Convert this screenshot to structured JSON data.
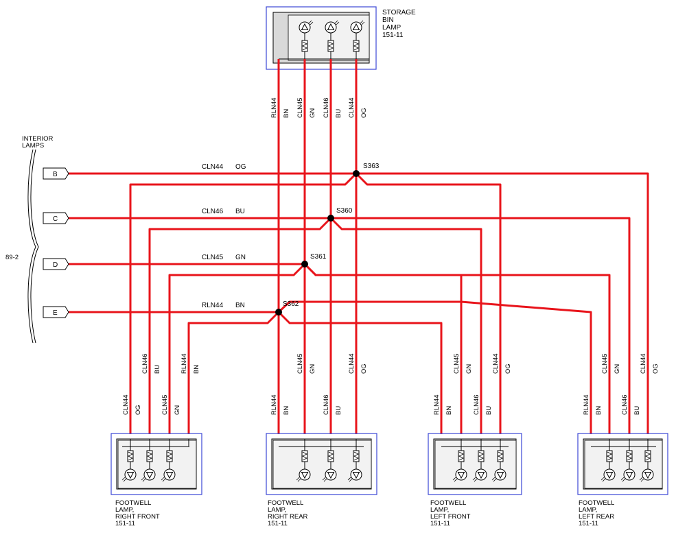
{
  "left_connector": {
    "group_label_line1": "INTERIOR",
    "group_label_line2": "LAMPS",
    "ref": "89-2",
    "pins": [
      "B",
      "C",
      "D",
      "E"
    ]
  },
  "storage_bin": {
    "line1": "STORAGE",
    "line2": "BIN",
    "line3": "LAMP",
    "ref": "151-11"
  },
  "circuits": {
    "b": {
      "name": "CLN44",
      "color": "OG"
    },
    "c": {
      "name": "CLN46",
      "color": "BU"
    },
    "d": {
      "name": "CLN45",
      "color": "GN"
    },
    "e": {
      "name": "RLN44",
      "color": "BN"
    }
  },
  "splices": [
    "S363",
    "S360",
    "S361",
    "S362"
  ],
  "top_wire_labels": [
    {
      "name": "RLN44",
      "color": "BN"
    },
    {
      "name": "CLN45",
      "color": "GN"
    },
    {
      "name": "CLN46",
      "color": "BU"
    },
    {
      "name": "CLN44",
      "color": "OG"
    }
  ],
  "lamps": [
    {
      "line1": "FOOTWELL",
      "line2": "LAMP,",
      "line3": "RIGHT FRONT",
      "ref": "151-11"
    },
    {
      "line1": "FOOTWELL",
      "line2": "LAMP,",
      "line3": "RIGHT REAR",
      "ref": "151-11"
    },
    {
      "line1": "FOOTWELL",
      "line2": "LAMP,",
      "line3": "LEFT FRONT",
      "ref": "151-11"
    },
    {
      "line1": "FOOTWELL",
      "line2": "LAMP,",
      "line3": "LEFT REAR",
      "ref": "151-11"
    }
  ],
  "lamp_wire_labels": {
    "rf": [
      {
        "name": "CLN44",
        "color": "OG"
      },
      {
        "name": "CLN46",
        "color": "BU"
      },
      {
        "name": "CLN45",
        "color": "GN"
      },
      {
        "name": "RLN44",
        "color": "BN"
      }
    ],
    "rr": [
      {
        "name": "RLN44",
        "color": "BN"
      },
      {
        "name": "CLN45",
        "color": "GN"
      },
      {
        "name": "CLN46",
        "color": "BU"
      },
      {
        "name": "CLN44",
        "color": "OG"
      }
    ],
    "lf": [
      {
        "name": "RLN44",
        "color": "BN"
      },
      {
        "name": "CLN45",
        "color": "GN"
      },
      {
        "name": "CLN46",
        "color": "BU"
      },
      {
        "name": "CLN44",
        "color": "OG"
      }
    ],
    "lr": [
      {
        "name": "RLN44",
        "color": "BN"
      },
      {
        "name": "CLN45",
        "color": "GN"
      },
      {
        "name": "CLN46",
        "color": "BU"
      },
      {
        "name": "CLN44",
        "color": "OG"
      }
    ]
  },
  "colors": {
    "wire": "#e8141b",
    "component_outline": "#3b47d6"
  }
}
